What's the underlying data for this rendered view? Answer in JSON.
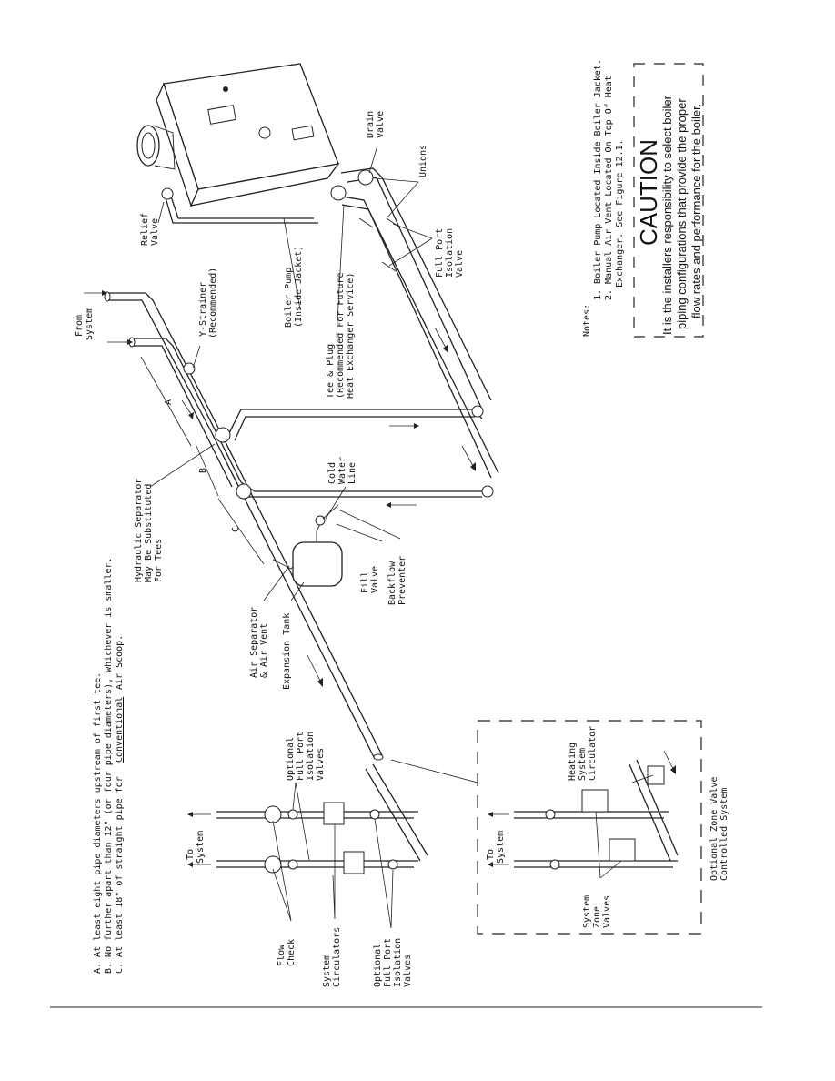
{
  "notes_abc": {
    "a": "A. At least eight pipe diameters upstream of first tee.",
    "b": "B. No further apart than 12\" (or four pipe diameters), whichever is smaller.",
    "c_prefix": "C. At least 18\" of straight pipe for",
    "c_underlined": "Conventional",
    "c_suffix": "Air Scoop."
  },
  "notes_right": {
    "header": "Notes:",
    "n1": "1. Boiler Pump Located Inside Boiler Jacket.",
    "n2a": "2. Manual Air Vent Located On Top Of Heat",
    "n2b": "Exchanger. See Figure 12.1."
  },
  "caution": {
    "title": "CAUTION",
    "line1": "It is the installers responsibility to select boiler",
    "line2": "piping configurations that provide the proper",
    "line3": "flow rates and performance for the boiler."
  },
  "labels": {
    "from_system": [
      "From",
      "System"
    ],
    "y_strainer": [
      "Y-Strainer",
      "(Recommended)"
    ],
    "boiler_pump": [
      "Boiler Pump",
      "(Inside Jacket)"
    ],
    "tee_plug": [
      "Tee & Plug",
      "(Recommended For Future",
      "Heat Exchanger Service)"
    ],
    "relief_valve": [
      "Relief",
      "Valve"
    ],
    "drain_valve": [
      "Drain",
      "Valve"
    ],
    "unions": "Unions",
    "full_port": [
      "Full Port",
      "Isolation",
      "Valve"
    ],
    "hydraulic_sep": [
      "Hydraulic Separator",
      "May Be Substituted",
      "For Tees"
    ],
    "cold_water": [
      "Cold",
      "Water",
      "Line"
    ],
    "fill_valve": [
      "Fill",
      "Valve"
    ],
    "backflow": [
      "Backflow",
      "Preventer"
    ],
    "air_separator": [
      "Air Separator",
      "& Air Vent"
    ],
    "expansion_tank": "Expansion Tank",
    "dim_a": "A",
    "dim_b": "B",
    "dim_c": "C",
    "to_system_1": [
      "To",
      "System"
    ],
    "opt_iso_top": [
      "Optional",
      "Full Port",
      "Isolation",
      "Valves"
    ],
    "flow_check": [
      "Flow",
      "Check"
    ],
    "system_circulators": [
      "System",
      "Circulators"
    ],
    "opt_iso_bottom": [
      "Optional",
      "Full Port",
      "Isolation",
      "Valves"
    ],
    "to_system_2": [
      "To",
      "System"
    ],
    "heating_circ": [
      "Heating",
      "System",
      "Circulator"
    ],
    "system_zone": [
      "System",
      "Zone",
      "Valves"
    ],
    "opt_zone": [
      "Optional Zone Valve",
      "Controlled System"
    ]
  }
}
